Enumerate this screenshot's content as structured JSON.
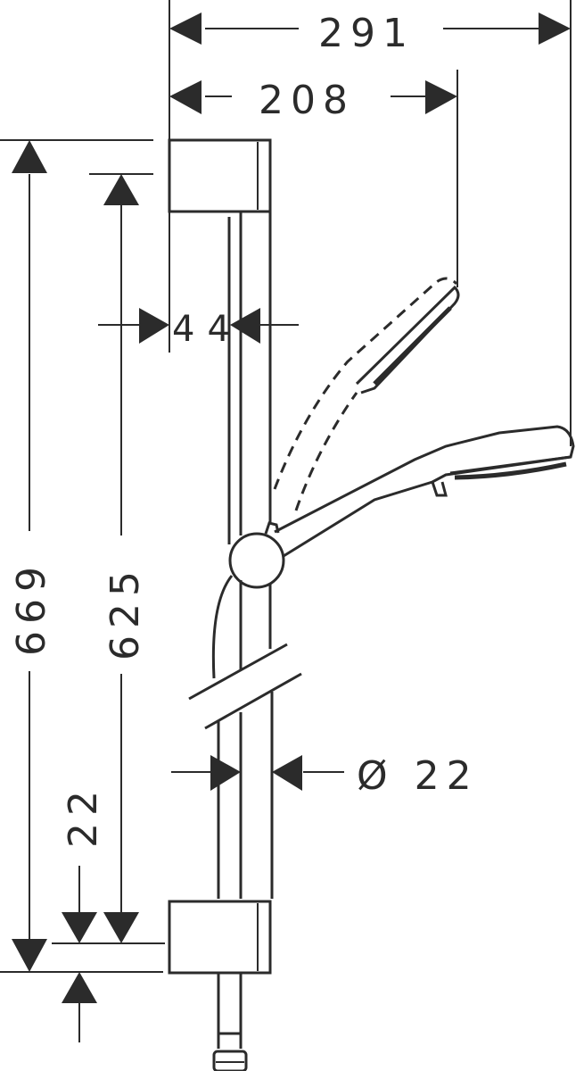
{
  "drawing": {
    "subject": "shower rail set dimension drawing",
    "units": "mm",
    "line_color": "#2b2b2b",
    "background": "#ffffff"
  },
  "dimensions": {
    "overall_width": "291",
    "handshower_reach": "208",
    "wall_offset": "44",
    "overall_height": "669",
    "bracket_spacing": "625",
    "bracket_height": "22",
    "rail_diameter": "Ø 22"
  }
}
